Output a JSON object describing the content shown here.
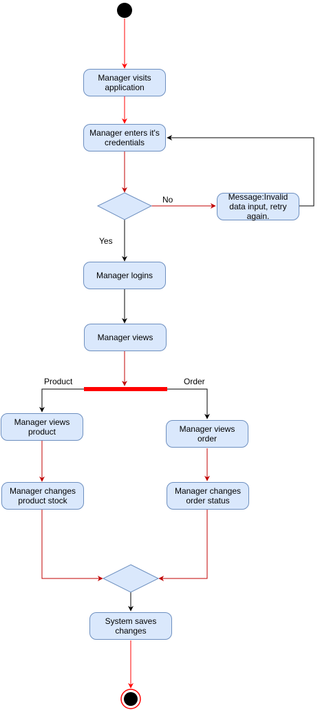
{
  "colors": {
    "node_fill": "#dae8fc",
    "node_stroke": "#6c8ebf",
    "flow_red": "#ff0000",
    "flow_dark": "#c00000",
    "flow_black": "#000000",
    "fork_bar": "#ff0000"
  },
  "nodes": {
    "visits": "Manager visits application",
    "credentials": "Manager enters it's credentials",
    "invalid": "Message:Invalid data input, retry again.",
    "logins": "Manager logins",
    "views": "Manager views",
    "views_product": "Manager views product",
    "views_order": "Manager views order",
    "changes_stock": "Manager changes product stock",
    "changes_status": "Manager changes order status",
    "saves": "System saves changes"
  },
  "labels": {
    "no": "No",
    "yes": "Yes",
    "product": "Product",
    "order": "Order"
  }
}
